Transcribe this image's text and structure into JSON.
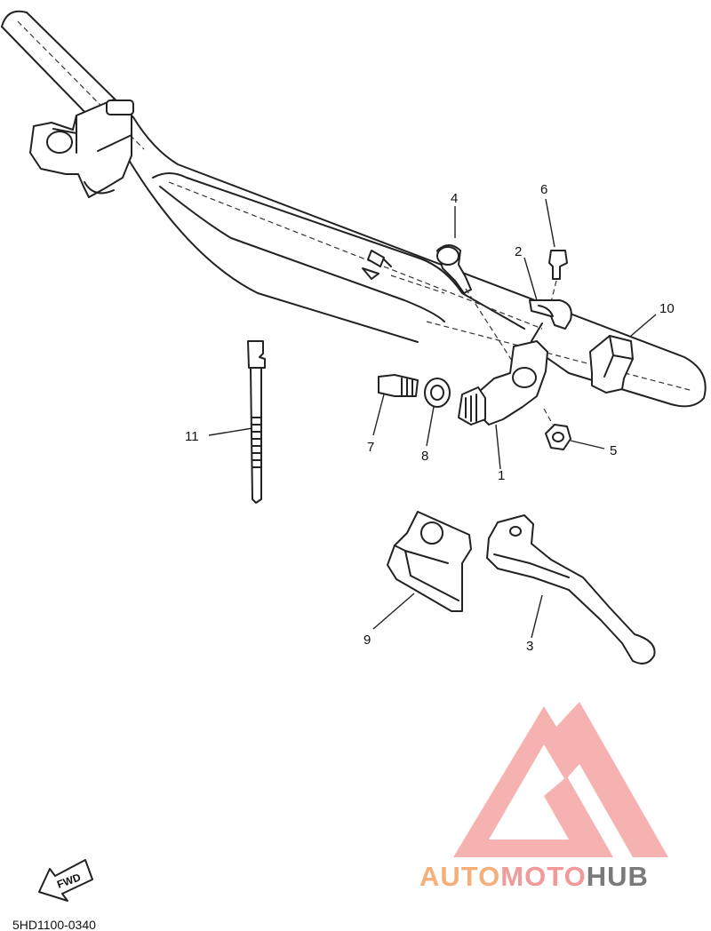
{
  "diagram_code": "5HD1100-0340",
  "fwd_label": "FWD",
  "watermark": {
    "part1": "AUTO",
    "part2": "MOTO",
    "part3": "HUB",
    "color_part1": "#f5b07a",
    "color_part2": "#f29a9a",
    "color_part3": "#7a7a7a",
    "logo_color": "#f5a3a3"
  },
  "callouts": [
    "1",
    "2",
    "3",
    "4",
    "5",
    "6",
    "7",
    "8",
    "9",
    "10",
    "11"
  ]
}
